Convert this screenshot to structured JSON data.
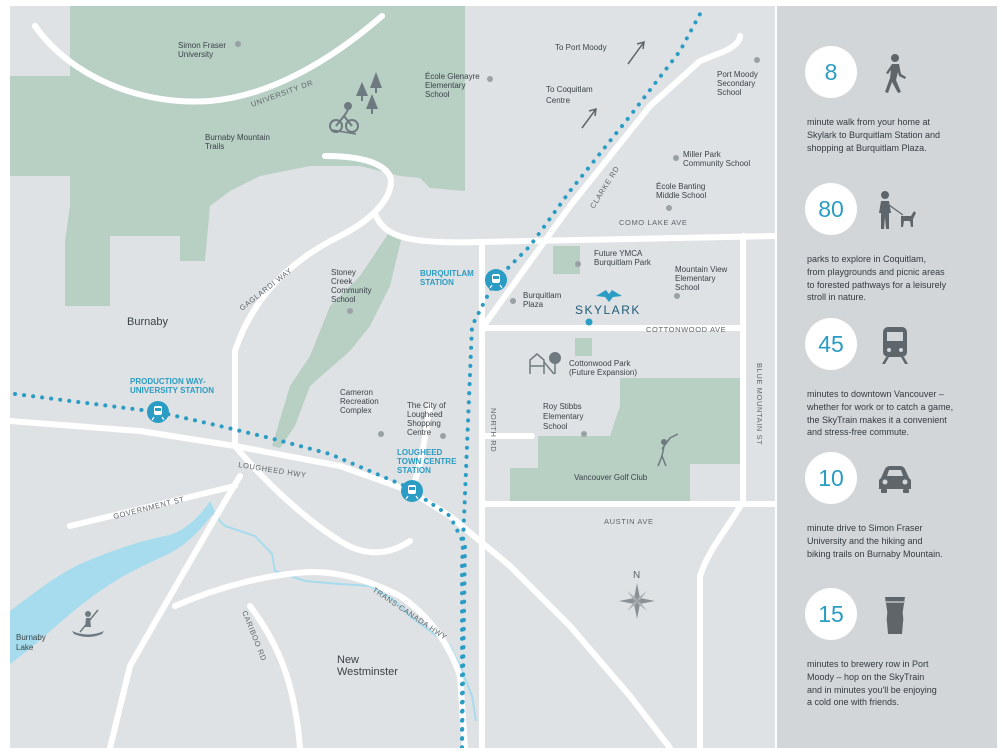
{
  "colors": {
    "land": "#dfe2e4",
    "park": "#b8cfc4",
    "road": "#ffffff",
    "water": "#a6dced",
    "skytrain": "#2b9cc3",
    "text": "#3b4348",
    "sidebar": "#d3d6d8",
    "accent": "#2b9cc3"
  },
  "map": {
    "areas": {
      "burnaby": "Burnaby",
      "new_westminster": [
        "New",
        "Westminster"
      ]
    },
    "roads": {
      "university_dr": "UNIVERSITY DR",
      "gaglardi_way": "GAGLARDI WAY",
      "lougheed_hwy": "LOUGHEED HWY",
      "government_st": "GOVERNMENT ST",
      "cariboo_rd": "CARIBOO RD",
      "trans_canada_hwy": "TRANS-CANADA HWY",
      "north_rd": "NORTH RD",
      "clarke_rd": "CLARKE RD",
      "como_lake_ave": "COMO LAKE AVE",
      "cottonwood_ave": "COTTONWOOD AVE",
      "austin_ave": "AUSTIN AVE",
      "blue_mountain_st": "BLUE MOUNTAIN ST"
    },
    "places": {
      "simon_fraser": [
        "Simon Fraser",
        "University"
      ],
      "burnaby_mountain_trails": [
        "Burnaby Mountain",
        "Trails"
      ],
      "ecole_glenayre": [
        "École Glenayre",
        "Elementary",
        "School"
      ],
      "port_moody_secondary": [
        "Port Moody",
        "Secondary",
        "School"
      ],
      "miller_park": [
        "Miller Park",
        "Community School"
      ],
      "ecole_banting": [
        "École Banting",
        "Middle School"
      ],
      "future_ymca": [
        "Future YMCA",
        "Burquitlam Park"
      ],
      "mountain_view": [
        "Mountain View",
        "Elementary",
        "School"
      ],
      "stoney_creek": [
        "Stoney",
        "Creek",
        "Community",
        "School"
      ],
      "burquitlam_plaza": [
        "Burquitlam",
        "Plaza"
      ],
      "cottonwood_park": [
        "Cottonwood Park",
        "(Future Expansion)"
      ],
      "cameron_rec": [
        "Cameron",
        "Recreation",
        "Complex"
      ],
      "city_of_lougheed": [
        "The City of",
        "Lougheed",
        "Shopping",
        "Centre"
      ],
      "roy_stibbs": [
        "Roy Stibbs",
        "Elementary",
        "School"
      ],
      "vancouver_golf": "Vancouver Golf Club",
      "burnaby_lake": [
        "Burnaby",
        "Lake"
      ]
    },
    "stations": {
      "burquitlam": [
        "BURQUITLAM",
        "STATION"
      ],
      "production_way": [
        "PRODUCTION WAY-",
        "UNIVERSITY STATION"
      ],
      "lougheed_town_centre": [
        "LOUGHEED",
        "TOWN CENTRE",
        "STATION"
      ]
    },
    "directions": {
      "port_moody": "To Port Moody",
      "coquitlam_centre": [
        "To Coquitlam",
        "Centre"
      ]
    },
    "skylark": "SKYLARK",
    "compass_north": "N"
  },
  "stats": [
    {
      "number": "8",
      "icon": "walking-person-icon",
      "lines": [
        "minute walk from your home at",
        "Skylark to Burquitlam Station and",
        "shopping at Burquitlam Plaza."
      ]
    },
    {
      "number": "80",
      "icon": "person-walking-dog-icon",
      "lines": [
        "parks to explore in Coquitlam,",
        "from playgrounds and picnic areas",
        "to forested pathways for a leisurely",
        "stroll in nature."
      ]
    },
    {
      "number": "45",
      "icon": "skytrain-icon",
      "lines": [
        "minutes to downtown Vancouver –",
        "whether for work or to catch a game,",
        "the SkyTrain makes it a convenient",
        "and stress-free commute."
      ]
    },
    {
      "number": "10",
      "icon": "car-icon",
      "lines": [
        "minute drive to Simon Fraser",
        "University and the hiking and",
        "biking trails on Burnaby Mountain."
      ]
    },
    {
      "number": "15",
      "icon": "pint-glass-icon",
      "lines": [
        "minutes to brewery row in Port",
        "Moody – hop on the SkyTrain",
        "and in minutes you'll be enjoying",
        "a cold one with friends."
      ]
    }
  ]
}
